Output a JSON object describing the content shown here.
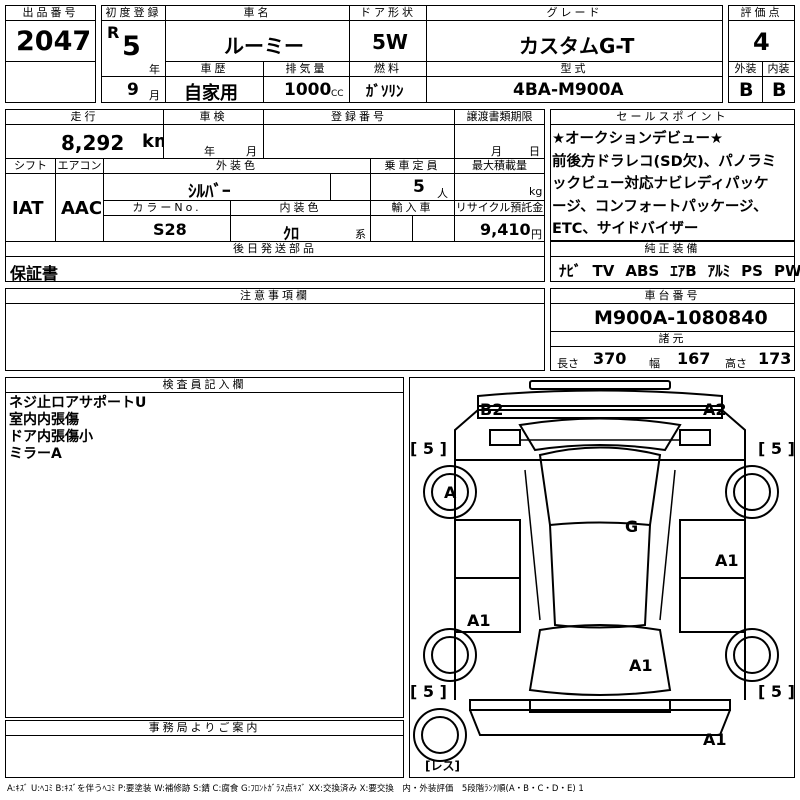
{
  "headers": {
    "lot_no": "出品番号",
    "first_reg": "初度登録",
    "car_name": "車名",
    "door": "ドア形状",
    "grade": "グレード",
    "score": "評価点",
    "history": "車歴",
    "displacement": "排気量",
    "fuel": "燃料",
    "model": "型式",
    "exterior": "外装",
    "interior": "内装",
    "mileage": "走行",
    "inspection": "車検",
    "reg_no": "登録番号",
    "handover": "譲渡書類期限",
    "sales_point": "セールスポイント",
    "shift": "シフト",
    "aircon": "エアコン",
    "ext_color": "外装色",
    "capacity": "乗車定員",
    "max_load": "最大積載量",
    "color_no": "カラーNo.",
    "int_color": "内装色",
    "import": "輸入車",
    "recycle": "リサイクル預託金",
    "equipment": "純正装備",
    "later_parts": "後日発送部品",
    "notes": "注意事項欄",
    "chassis": "車台番号",
    "specs": "諸元",
    "inspector": "検査員記入欄",
    "office": "事務局よりご案内"
  },
  "vehicle": {
    "lot_no": "2047",
    "era": "R",
    "year": "5",
    "year_unit": "年",
    "month": "9",
    "month_unit": "月",
    "car_name": "ルーミー",
    "door": "5W",
    "grade": "カスタムG-T",
    "score": "4",
    "history": "自家用",
    "displacement": "1000",
    "cc": "CC",
    "fuel": "ｶﾞｿﾘﾝ",
    "model": "4BA-M900A",
    "exterior_score": "B",
    "interior_score": "B",
    "mileage": "8,292",
    "km": "km",
    "inspection_year": "年",
    "inspection_month": "月",
    "handover_month": "月",
    "handover_day": "日",
    "shift": "IAT",
    "aircon": "AAC",
    "ext_color": "ｼﾙﾊﾞｰ",
    "capacity": "5",
    "capacity_unit": "人",
    "max_load_unit": "kg",
    "color_no": "S28",
    "int_color": "ｸﾛ",
    "int_color_suffix": "系",
    "recycle": "9,410",
    "yen": "円",
    "later_parts": "保証書",
    "chassis": "M900A-1080840",
    "length_label": "長さ",
    "length": "370",
    "width_label": "幅",
    "width": "167",
    "height_label": "高さ",
    "height": "173"
  },
  "sales_point_lines": [
    "★オークションデビュー★",
    "前後方ドラレコ(SD欠)、パノラミ",
    "ックビュー対応ナビレディパッケ",
    "ージ、コンフォートパッケージ、",
    "ETC、サイドバイザー"
  ],
  "equipment_items": [
    "ﾅﾋﾞ",
    "TV",
    "ABS",
    "ｴｱB",
    "ｱﾙﾐ",
    "PS",
    "PW"
  ],
  "inspector_lines": [
    "ネジ止ロアサポートU",
    "室内内張傷",
    "ドア内張傷小",
    "ミラーA"
  ],
  "diagram": {
    "marks": [
      "B2",
      "A2",
      "A",
      "G",
      "A1",
      "A1",
      "A1",
      "A1"
    ],
    "tires": [
      "5",
      "5",
      "5",
      "5"
    ],
    "spare": "レス"
  },
  "legend": "A:ｷｽﾞ U:ﾍｺﾐ B:ｷｽﾞを伴うﾍｺﾐ P:要塗装 W:補修跡 S:錆 C:腐食 G:ﾌﾛﾝﾄｶﾞﾗｽ点ｷｽﾞ XX:交換済み X:要交換　内・外装評価　5段階ﾗﾝｸ順(A・B・C・D・E) 1"
}
